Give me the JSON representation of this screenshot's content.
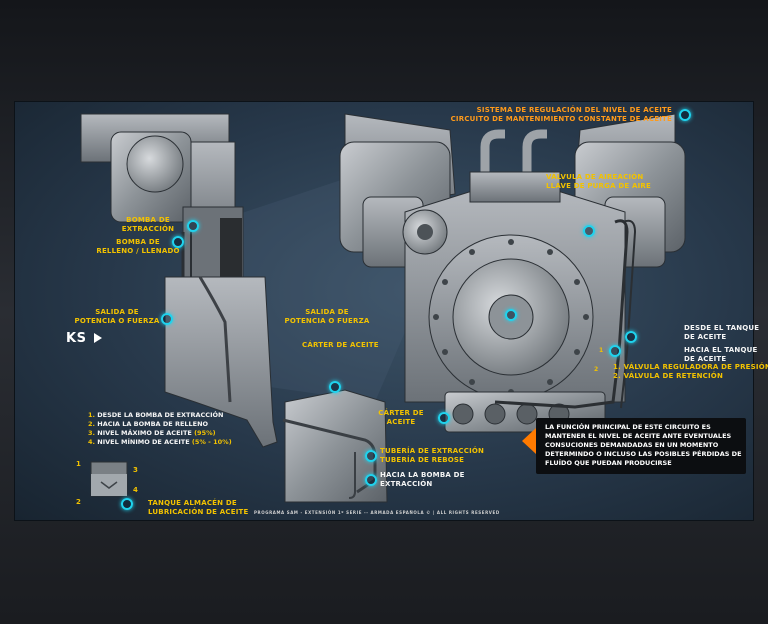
{
  "labels": {
    "regulation_system": "SISTEMA DE REGULACIÓN DEL NIVEL DE ACEITE",
    "maintenance_circuit": "CIRCUITO DE MANTENIMIENTO CONSTANTE DE ACEITE",
    "extraction_pump": "BOMBA DE\nEXTRACCIÓN",
    "refill_pump": "BOMBA DE\nRELLENO / LLENADO",
    "pto_left": "SALIDA DE\nPOTENCIA O FUERZA",
    "pto_center": "SALIDA DE\nPOTENCIA O FUERZA",
    "aeration_valve": "VÁLVULA DE AIREACIÓN\nLLAVE DE PURGA DE AIRE",
    "crankcase_top": "CÁRTER DE ACEITE",
    "crankcase_right": "CÁRTER DE\nACEITE",
    "from_tank": "DESDE EL TANQUE\nDE ACEITE",
    "to_tank": "HACIA EL TANQUE\nDE ACEITE",
    "valve_pressure": "1. VÁLVULA REGULADORA DE PRESIÓN",
    "valve_return": "2. VÁLVULA DE RETENCIÓN",
    "extraction_pipe": "TUBERÍA DE EXTRACCIÓN\nTUBERÍA DE REBOSE",
    "to_extraction_pump": "HACIA LA BOMBA DE\nEXTRACCIÓN",
    "storage_tank": "TANQUE ALMACÉN DE\nLUBRICACIÓN DE ACEITE",
    "ks": "KS",
    "num_1": "1",
    "num_2": "2",
    "num_3": "3",
    "num_4": "4",
    "valve_num_1": "1",
    "valve_num_2": "2"
  },
  "legend": [
    {
      "num": "1.",
      "text": " DESDE LA BOMBA DE EXTRACCIÓN",
      "extra": ""
    },
    {
      "num": "2.",
      "text": " HACIA LA BOMBA DE RELLENO",
      "extra": ""
    },
    {
      "num": "3.",
      "text": " NIVEL MÁXIMO DE ACEITE ",
      "extra": "(95%)"
    },
    {
      "num": "4.",
      "text": " NIVEL MÍNIMO DE ACEITE ",
      "extra": "(5% - 10%)"
    }
  ],
  "info_text": "LA FUNCIÓN PRINCIPAL DE ESTE CIRCUITO ES MANTENER EL NIVEL DE ACEITE ANTE EVENTUALES CONSUCIONES DEMANDADAS EN UN MOMENTO DETERMINDO O INCLUSO LAS POSIBLES PÉRDIDAS DE FLUÍDO QUE PUEDAN PRODUCIRSE",
  "footer": "PROGRAMA SAM - EXTENSIÓN 1º SERIE -- ARMADA ESPAÑOLA © | ALL RIGHTS RESERVED",
  "colors": {
    "accent_yellow": "#f2c200",
    "accent_orange": "#ff9a1a",
    "marker_cyan": "#1fd3ee",
    "panel_blue": "#27384a"
  }
}
